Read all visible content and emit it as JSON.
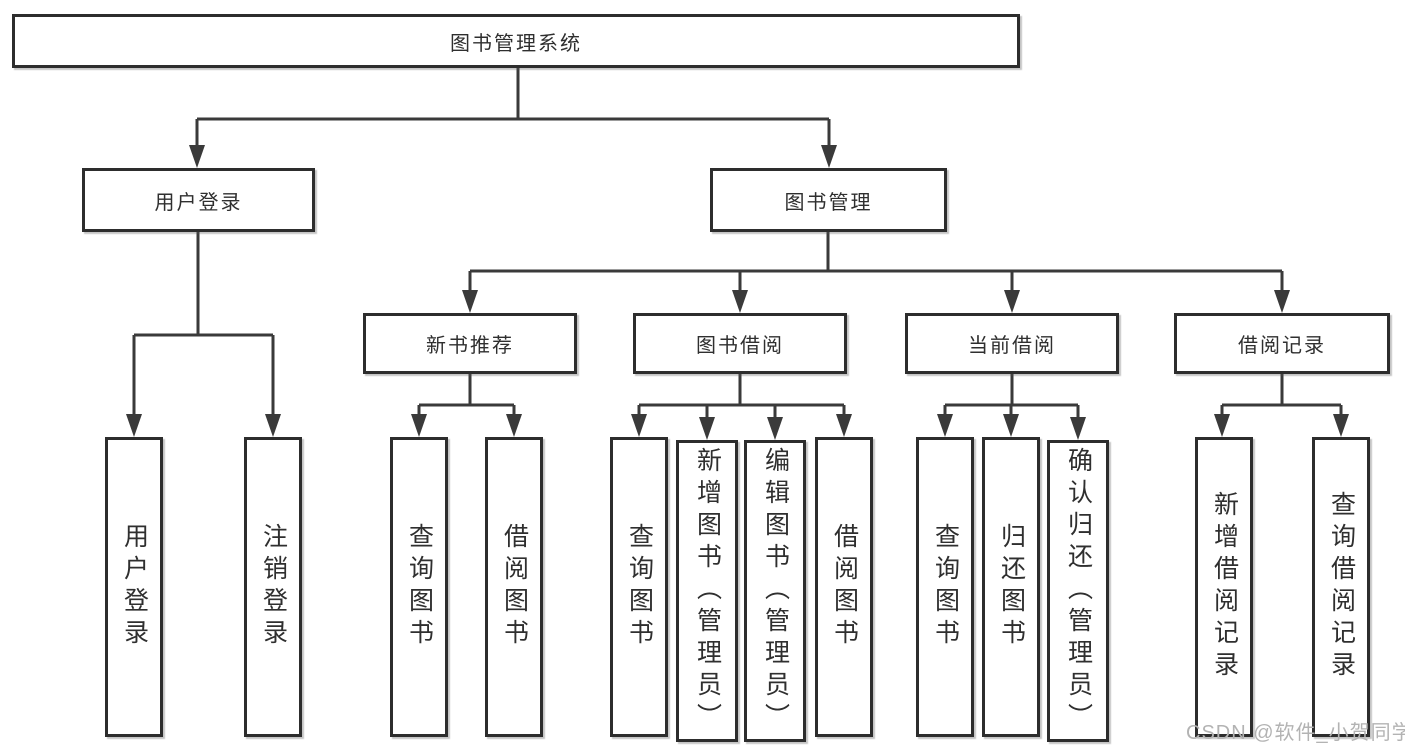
{
  "tree": {
    "label": "图书管理系统",
    "children": [
      {
        "label": "用户登录",
        "children": [
          {
            "label": "用户登录"
          },
          {
            "label": "注销登录"
          }
        ]
      },
      {
        "label": "图书管理",
        "children": [
          {
            "label": "新书推荐",
            "children": [
              {
                "label": "查询图书"
              },
              {
                "label": "借阅图书"
              }
            ]
          },
          {
            "label": "图书借阅",
            "children": [
              {
                "label": "查询图书"
              },
              {
                "label": "新增图书（管理员）"
              },
              {
                "label": "编辑图书（管理员）"
              },
              {
                "label": "借阅图书"
              }
            ]
          },
          {
            "label": "当前借阅",
            "children": [
              {
                "label": "查询图书"
              },
              {
                "label": "归还图书"
              },
              {
                "label": "确认归还（管理员）"
              }
            ]
          },
          {
            "label": "借阅记录",
            "children": [
              {
                "label": "新增借阅记录"
              },
              {
                "label": "查询借阅记录"
              }
            ]
          }
        ]
      }
    ]
  },
  "watermark": {
    "text": "CSDN @软件_小贺同学"
  },
  "colors": {
    "line": "#3a3a3a",
    "border": "#2d2d2d",
    "text": "#2f2f2f",
    "watermark": "#b3b3b3",
    "background": "#ffffff"
  }
}
